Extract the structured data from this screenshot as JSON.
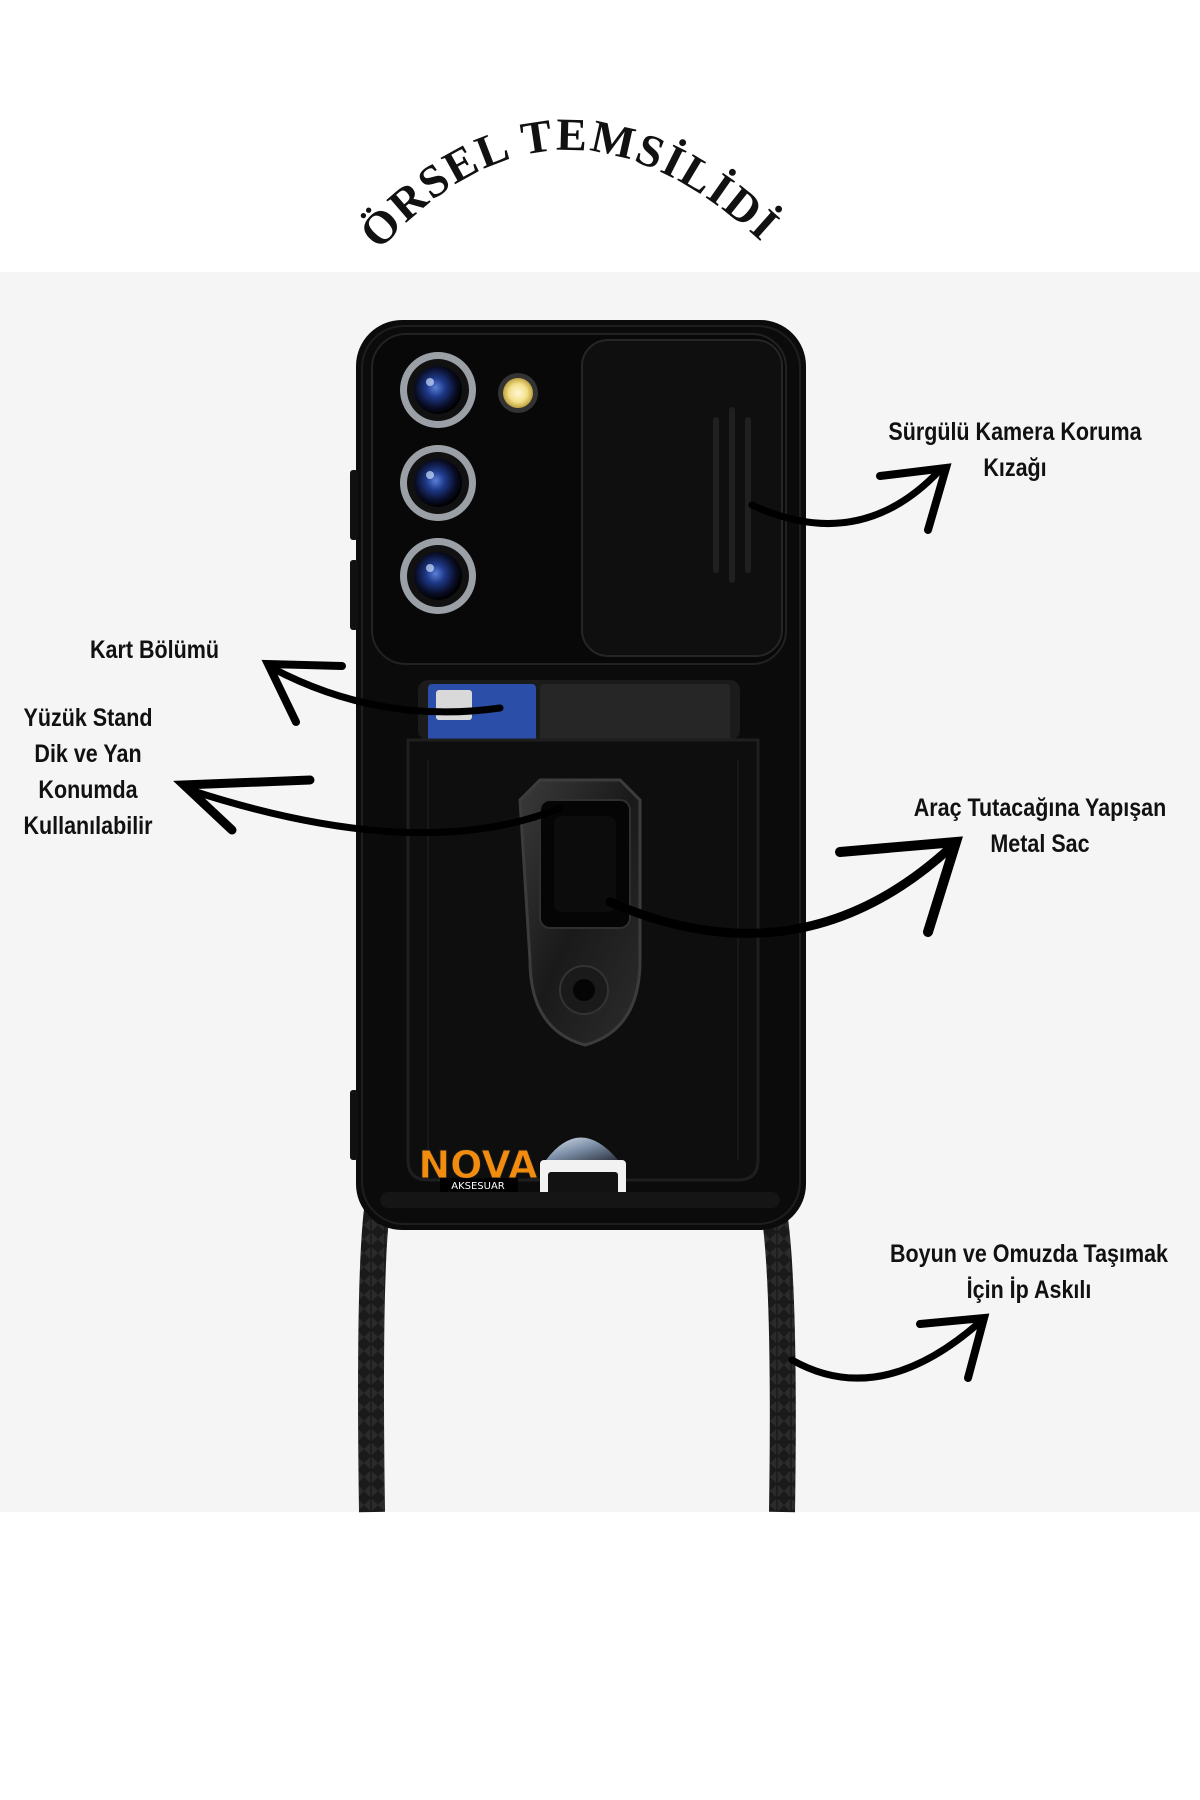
{
  "header": {
    "arched_title": "GÖRSEL TEMSİLİDİR."
  },
  "product": {
    "brand_logo": "NOVA",
    "brand_sub": "AKSESUAR"
  },
  "annotations": {
    "camera_slider": {
      "line1": "Sürgülü Kamera Koruma",
      "line2": "Kızağı"
    },
    "card_slot": {
      "line1": "Kart Bölümü"
    },
    "ring_stand": {
      "line1": "Yüzük Stand",
      "line2": "Dik ve Yan",
      "line3": "Konumda",
      "line4": "Kullanılabilir"
    },
    "car_mount": {
      "line1": "Araç Tutacağına Yapışan",
      "line2": "Metal Sac"
    },
    "lanyard": {
      "line1": "Boyun ve Omuzda Taşımak",
      "line2": "İçin İp Askılı"
    }
  },
  "colors": {
    "case": "#0b0b0b",
    "brand_orange": "#f28c0f",
    "panel": "#f5f5f5"
  }
}
